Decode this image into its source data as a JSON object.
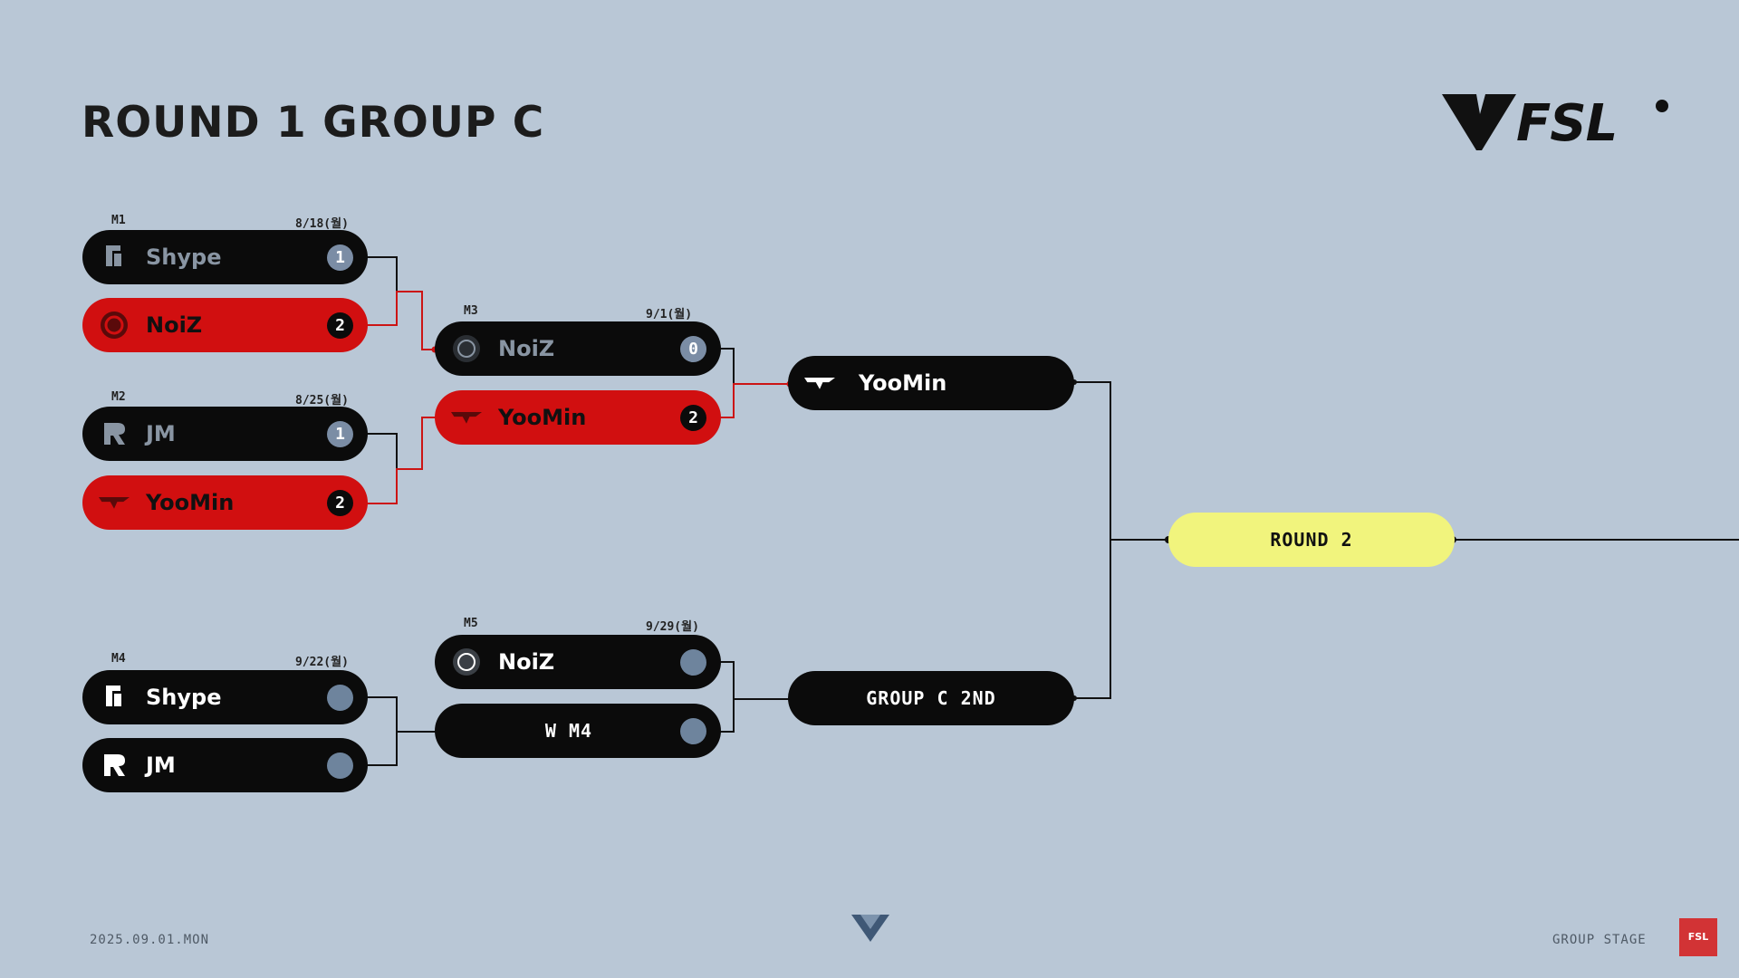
{
  "title": "ROUND 1 GROUP C",
  "brand": {
    "logo_text": "FSL",
    "badge_text": "FSL",
    "accent": "#d10f10",
    "highlight": "#f1f47d"
  },
  "matches": {
    "m1": {
      "label": "M1",
      "date": "8/18(월)",
      "top": {
        "player": "Shype",
        "score": "1"
      },
      "bottom": {
        "player": "NoiZ",
        "score": "2"
      }
    },
    "m2": {
      "label": "M2",
      "date": "8/25(월)",
      "top": {
        "player": "JM",
        "score": "1"
      },
      "bottom": {
        "player": "YooMin",
        "score": "2"
      }
    },
    "m3": {
      "label": "M3",
      "date": "9/1(월)",
      "top": {
        "player": "NoiZ",
        "score": "0"
      },
      "bottom": {
        "player": "YooMin",
        "score": "2"
      }
    },
    "m4": {
      "label": "M4",
      "date": "9/22(월)",
      "top": {
        "player": "Shype"
      },
      "bottom": {
        "player": "JM"
      }
    },
    "m5": {
      "label": "M5",
      "date": "9/29(월)",
      "top": {
        "player": "NoiZ"
      },
      "bottom": {
        "player": "W M4"
      }
    }
  },
  "advancers": {
    "first": "YooMin",
    "second": "GROUP C 2ND"
  },
  "next_round": "ROUND 2",
  "footer": {
    "date": "2025.09.01.MON",
    "stage": "GROUP STAGE"
  }
}
